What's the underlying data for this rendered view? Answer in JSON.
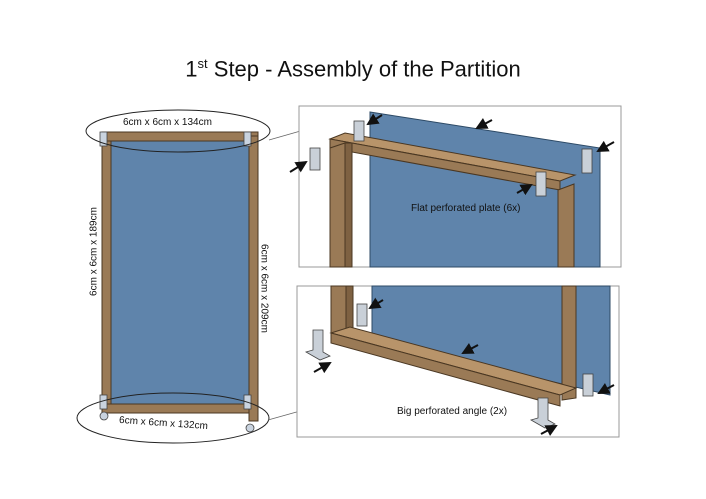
{
  "title": {
    "step_number": "1",
    "step_suffix": "st",
    "rest": " Step - Assembly of the Partition"
  },
  "dimensions": {
    "top": "6cm x 6cm x 134cm",
    "left": "6cm x 6cm x 189cm",
    "right": "6cm x 6cm x 209cm",
    "bottom": "6cm x 6cm x 132cm"
  },
  "detail_top": {
    "label": "Flat perforated plate (6x)"
  },
  "detail_bottom": {
    "label": "Big perforated angle (2x)"
  },
  "colors": {
    "panel": "#5f84ab",
    "wood": "#9a7a56",
    "wood_dark": "#6e5436",
    "metal": "#b8bfc6"
  }
}
